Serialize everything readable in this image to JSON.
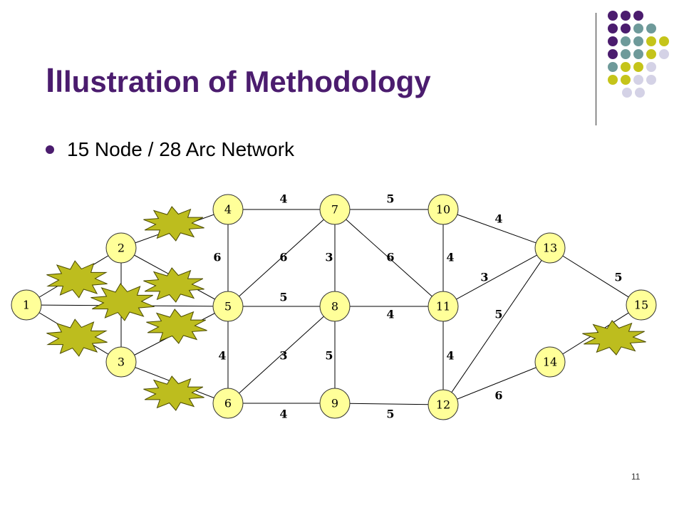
{
  "title": "Illustration of Methodology",
  "title_first_letter": "I",
  "title_rest": "llustration of Methodology",
  "bullet": "15 Node / 28 Arc Network",
  "page_number": "11",
  "colors": {
    "purple": "#4b1c6e",
    "teal": "#6e9a9a",
    "olive": "#c5c41a",
    "lavender": "#d4d2e6",
    "node_fill": "#ffff99",
    "burst_fill": "#bdbd1e"
  },
  "network": {
    "nodes": [
      "1",
      "2",
      "3",
      "4",
      "5",
      "6",
      "7",
      "8",
      "9",
      "10",
      "11",
      "12",
      "13",
      "14",
      "15"
    ],
    "arcs": [
      {
        "from": "1",
        "to": "2",
        "weight": ""
      },
      {
        "from": "1",
        "to": "3",
        "weight": ""
      },
      {
        "from": "1",
        "to": "5",
        "weight": ""
      },
      {
        "from": "2",
        "to": "3",
        "weight": ""
      },
      {
        "from": "2",
        "to": "4",
        "weight": ""
      },
      {
        "from": "2",
        "to": "5",
        "weight": ""
      },
      {
        "from": "3",
        "to": "5",
        "weight": ""
      },
      {
        "from": "3",
        "to": "6",
        "weight": ""
      },
      {
        "from": "4",
        "to": "5",
        "weight": "6"
      },
      {
        "from": "4",
        "to": "7",
        "weight": "4"
      },
      {
        "from": "5",
        "to": "6",
        "weight": "4"
      },
      {
        "from": "5",
        "to": "7",
        "weight": "6"
      },
      {
        "from": "5",
        "to": "8",
        "weight": "5"
      },
      {
        "from": "6",
        "to": "8",
        "weight": "3"
      },
      {
        "from": "6",
        "to": "9",
        "weight": "4"
      },
      {
        "from": "7",
        "to": "8",
        "weight": "3"
      },
      {
        "from": "7",
        "to": "10",
        "weight": "5"
      },
      {
        "from": "7",
        "to": "11",
        "weight": "6"
      },
      {
        "from": "8",
        "to": "9",
        "weight": "5"
      },
      {
        "from": "8",
        "to": "11",
        "weight": "4"
      },
      {
        "from": "9",
        "to": "12",
        "weight": "5"
      },
      {
        "from": "10",
        "to": "11",
        "weight": "4"
      },
      {
        "from": "10",
        "to": "13",
        "weight": "4"
      },
      {
        "from": "11",
        "to": "12",
        "weight": "4"
      },
      {
        "from": "11",
        "to": "13",
        "weight": "3"
      },
      {
        "from": "12",
        "to": "13",
        "weight": "5"
      },
      {
        "from": "12",
        "to": "14",
        "weight": "6"
      },
      {
        "from": "13",
        "to": "15",
        "weight": "5"
      },
      {
        "from": "14",
        "to": "15",
        "weight": ""
      }
    ]
  }
}
